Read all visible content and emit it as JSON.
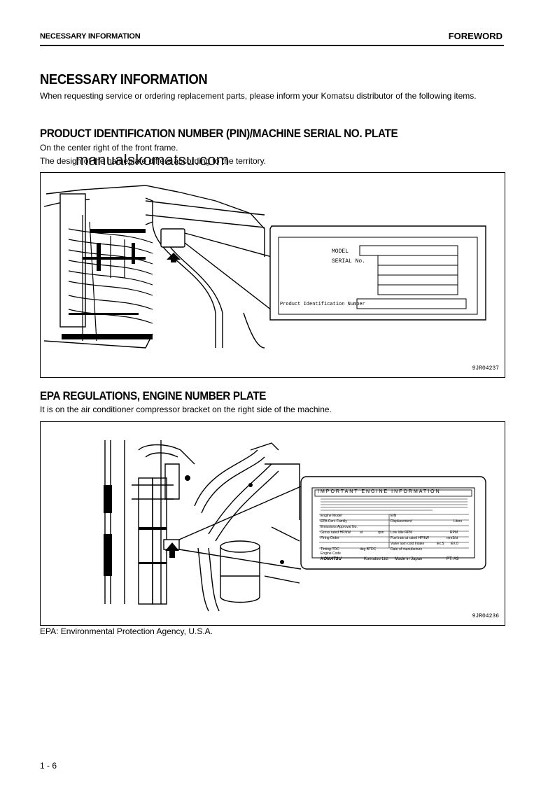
{
  "header": {
    "left": "NECESSARY INFORMATION",
    "right": "FOREWORD"
  },
  "main": {
    "title": "NECESSARY INFORMATION",
    "intro": "When requesting service or ordering replacement parts, please inform your Komatsu distributor of the following items."
  },
  "pin_section": {
    "heading": "PRODUCT IDENTIFICATION NUMBER (PIN)/MACHINE SERIAL NO. PLATE",
    "line1": "On the center right of the front frame.",
    "line2": "The design of the nameplate differs according to the territory.",
    "watermark": "manualskomatsu.com",
    "plate": {
      "model_label": "MODEL",
      "serial_label": "SERIAL No.",
      "pin_label": "Product Identification Number"
    },
    "figure_id": "9JR04237"
  },
  "epa_section": {
    "heading": "EPA REGULATIONS, ENGINE NUMBER PLATE",
    "line1": "It is on the air conditioner compressor bracket on the right side of the machine.",
    "plate": {
      "title": "IMPORTANT ENGINE INFORMATION",
      "maker": "KOMATSU",
      "maker_line": "Komatsu Ltd.",
      "made_in": "Made in Japan",
      "part_code": "PT: A3",
      "rows": [
        [
          "Engine Model",
          "EIN"
        ],
        [
          "EPA Cert. Family",
          "Displacement",
          "Liters"
        ],
        [
          "Emissions Approval No."
        ],
        [
          "Gross rated HP/kW",
          "at",
          "rpm",
          "Low Idle RPM",
          "RPM"
        ],
        [
          "Firing Order",
          "Fuel rate at rated HP/kW",
          "mm3/st"
        ],
        [
          "",
          "Valve lash cold Intake",
          "Ex.S",
          "EX.0"
        ],
        [
          "Timing-TDC",
          "deg BTDC",
          "Date of manufacture"
        ],
        [
          "Engine Code"
        ]
      ]
    },
    "figure_id": "9JR04236",
    "note": "EPA: Environmental Protection Agency, U.S.A."
  },
  "footer": {
    "page_number": "1 - 6"
  }
}
